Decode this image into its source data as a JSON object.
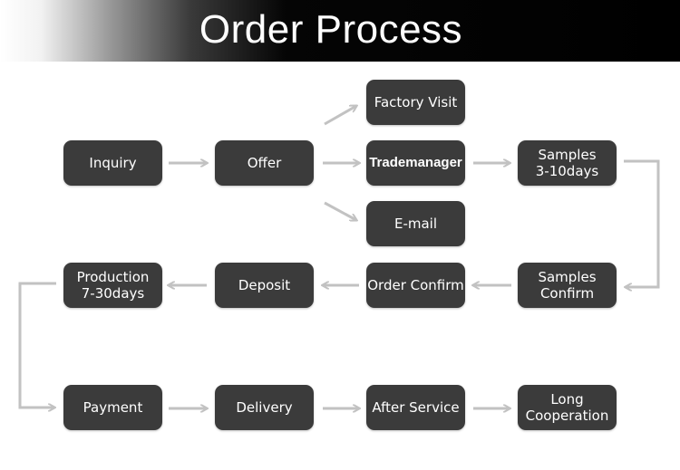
{
  "title": "Order Process",
  "colors": {
    "box": "#3b3b3b",
    "box_text": "#ffffff",
    "arrow": "#c2c2c2"
  },
  "steps": {
    "inquiry": "Inquiry",
    "offer": "Offer",
    "factory_visit": "Factory Visit",
    "trademanager": "Trademanager",
    "email": "E-mail",
    "samples": "Samples\n3-10days",
    "production": "Production\n7-30days",
    "deposit": "Deposit",
    "order_confirm": "Order Confirm",
    "samples_confirm": "Samples\nConfirm",
    "payment": "Payment",
    "delivery": "Delivery",
    "after_service": "After Service",
    "long_cooperation": "Long\nCooperation"
  }
}
